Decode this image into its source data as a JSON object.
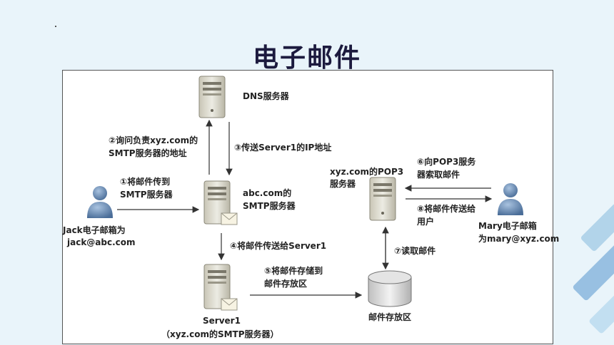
{
  "slide": {
    "title": "电子邮件"
  },
  "diagram": {
    "nodes": {
      "dns": "DNS服务器",
      "abc_line1": "abc.com的",
      "abc_line2": "SMTP服务器",
      "pop3_line1": "xyz.com的POP3",
      "pop3_line2": "服务器",
      "jack_line1": "Jack电子邮箱为",
      "jack_line2": "jack@abc.com",
      "mary_line1": "Mary电子邮箱",
      "mary_line2": "为mary@xyz.com",
      "server1_line1": "Server1",
      "server1_line2": "（xyz.com的SMTP服务器）",
      "storage": "邮件存放区"
    },
    "steps": {
      "s1_line1": "①将邮件传到",
      "s1_line2": "SMTP服务器",
      "s2_line1": "②询问负责xyz.com的",
      "s2_line2": "SMTP服务器的地址",
      "s3": "③传送Server1的IP地址",
      "s4": "④将邮件传送给Server1",
      "s5_line1": "⑤将邮件存储到",
      "s5_line2": "邮件存放区",
      "s6_line1": "⑥向POP3服务",
      "s6_line2": "器索取邮件",
      "s7": "⑦读取邮件",
      "s8_line1": "⑧将邮件传送给",
      "s8_line2": "用户"
    }
  },
  "colors": {
    "background": "#e9f4fa",
    "title": "#1c1a3e",
    "server_body": "#d9d6c7",
    "user_icon": "#5d7fa8",
    "deco_blue": "#8ab8de"
  }
}
